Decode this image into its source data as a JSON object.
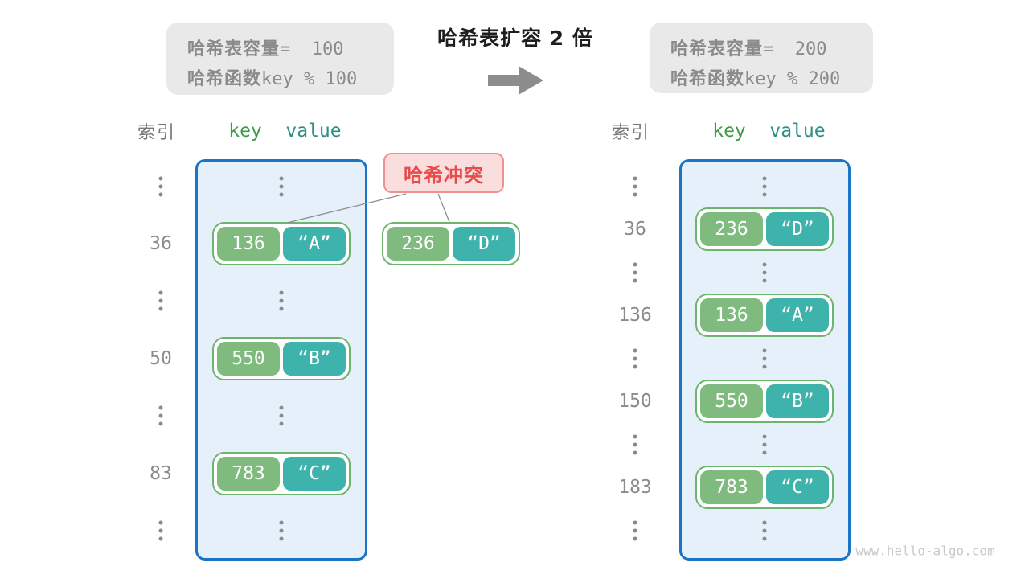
{
  "title": "哈希表扩容 2 倍",
  "info_before": {
    "line1_label": "哈希表容量",
    "line1_value": "=  100",
    "line2_label": "哈希函数",
    "line2_value": "key % 100"
  },
  "info_after": {
    "line1_label": "哈希表容量",
    "line1_value": "=  200",
    "line2_label": "哈希函数",
    "line2_value": "key % 200"
  },
  "collision_label": "哈希冲突",
  "left_table": {
    "header": {
      "index": "索引",
      "key": "key",
      "value": "value"
    },
    "rows": [
      {
        "index": "36",
        "key": "136",
        "value": "“A”"
      },
      {
        "index": "50",
        "key": "550",
        "value": "“B”"
      },
      {
        "index": "83",
        "key": "783",
        "value": "“C”"
      }
    ]
  },
  "right_table": {
    "header": {
      "index": "索引",
      "key": "key",
      "value": "value"
    },
    "rows": [
      {
        "index": "36",
        "key": "236",
        "value": "“D”"
      },
      {
        "index": "136",
        "key": "136",
        "value": "“A”"
      },
      {
        "index": "150",
        "key": "550",
        "value": "“B”"
      },
      {
        "index": "183",
        "key": "783",
        "value": "“C”"
      }
    ]
  },
  "floating_pair": {
    "key": "236",
    "value": "“D”"
  },
  "watermark": "www.hello-algo.com",
  "colors": {
    "blue": "#1b74c5",
    "tablebg": "#e6f0fa",
    "green": "#7fba7f",
    "teal": "#3eb3ab",
    "greenborder": "#6cb56c",
    "greentext": "#3e9b47",
    "tealtext": "#2e8d85",
    "gray": "#8a8a8a",
    "infobg": "#e9e9e9",
    "collbg": "#fadede",
    "collborder": "#f09090",
    "collred": "#e64c4c",
    "arrow": "#8d8d8d",
    "linegray": "#8f8f8f",
    "watermark": "#c9c9c9"
  }
}
